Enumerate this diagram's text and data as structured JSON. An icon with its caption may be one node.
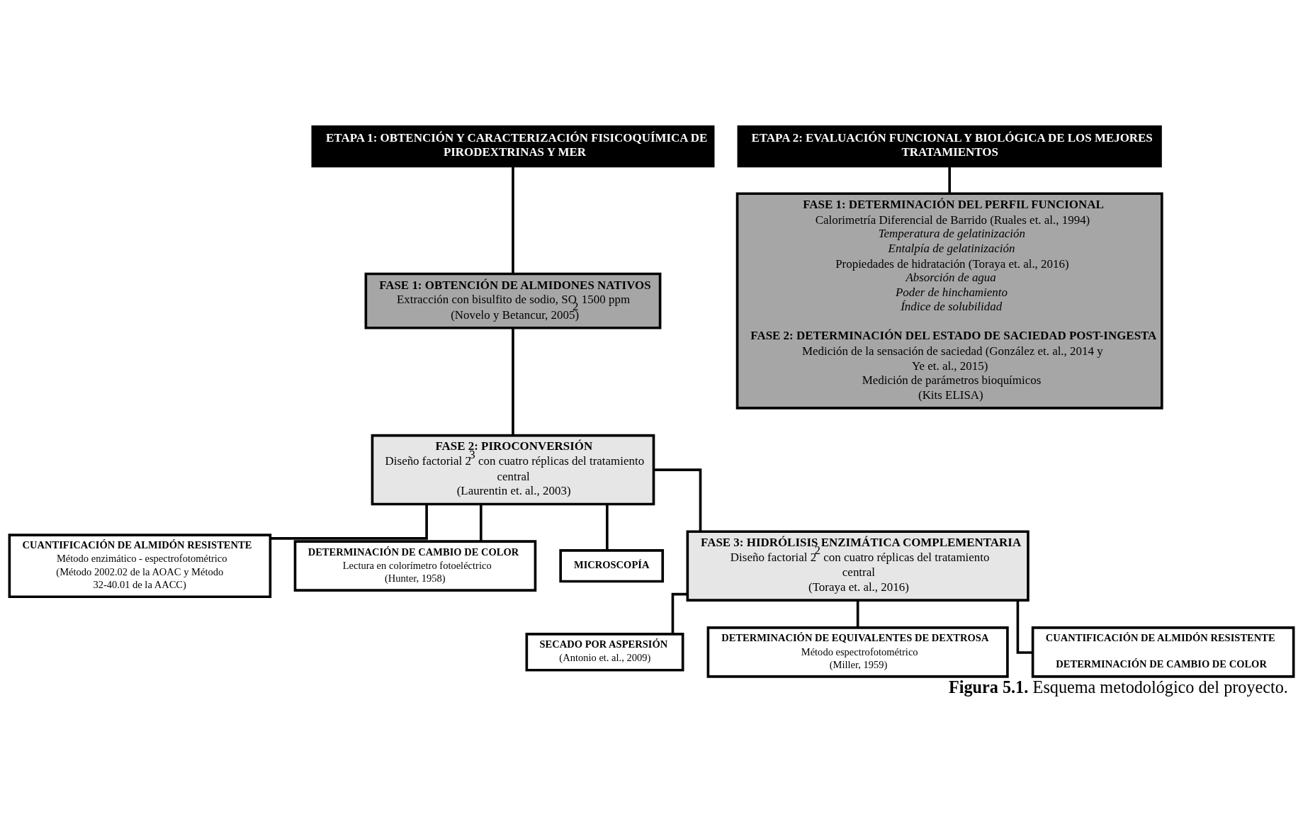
{
  "diagram": {
    "caption": "**Figura 5.1.** Esquema metodológico del proyecto.",
    "nodes": [
      {
        "text": [
          "ETAPA 1: OBTENCIÓN Y CARACTERIZACIÓN FISICOQUÍMICA DE PIRODEXTRINAS Y MER"
        ]
      },
      {
        "text": [
          "FASE 1: OBTENCIÓN DE ALMIDONES NATIVOS",
          "Extracción con bisulfito de sodio, SO$_{2}$ 1500 ppm",
          "(Novelo y Betancur, 2005)"
        ]
      },
      {
        "text": [
          "FASE 2: PIROCONVERSIÓN",
          "Diseño factorial 2$^{3}$ con cuatro réplicas del tratamiento central",
          "(Laurentin et. al., 2003)"
        ]
      },
      {
        "text": [
          "CUANTIFICACIÓN DE ALMIDÓN RESISTENTE",
          "Método enzimático - espectrofotométrico",
          "(Método 2002.02 de la AOAC y Método 32-40.01 de la AACC)"
        ]
      },
      {
        "text": [
          "DETERMINACIÓN DE CAMBIO DE COLOR",
          "Lectura en colorímetro fotoeléctrico",
          "(Hunter, 1958)"
        ]
      },
      {
        "text": [
          "MICROSCOPÍA"
        ]
      },
      {
        "text": [
          "FASE 3: HIDRÓLISIS ENZIMÁTICA COMPLEMENTARIA",
          "Diseño factorial 2$^{2}$ con cuatro réplicas del tratamiento central",
          "(Toraya et. al., 2016)"
        ]
      },
      {
        "text": [
          "SECADO POR ASPERSIÓN",
          "(Antonio et. al., 2009)"
        ]
      },
      {
        "text": [
          "DETERMINACIÓN DE EQUIVALENTES DE DEXTROSA",
          "Método espectrofotométrico",
          "(Miller, 1959)"
        ]
      },
      {
        "text": [
          "CUANTIFICACIÓN DE ALMIDÓN RESISTENTE",
          "DETERMINACIÓN DE CAMBIO DE COLOR"
        ]
      },
      {
        "text": [
          "ETAPA 2: EVALUACIÓN FUNCIONAL Y BIOLÓGICA DE LOS MEJORES TRATAMIENTOS"
        ]
      },
      {
        "text": [
          "FASE 1: DETERMINACIÓN DEL PERFIL FUNCIONAL",
          "Calorimetría Diferencial de Barrido (Ruales et. al., 1994)",
          "Temperatura de gelatinización",
          "Entalpía de gelatinización",
          "Propiedades de hidratación (Toraya et. al., 2016)",
          "Absorción de agua",
          "Poder de hinchamiento",
          "Índice de solubilidad",
          "FASE 2: DETERMINACIÓN DEL ESTADO DE SACIEDAD POST-INGESTA",
          "Medición de la sensación de saciedad (González et. al., 2014 y Ye et. al., 2015)",
          "Medición de parámetros bioquímicos",
          "(Kits ELISA)"
        ]
      }
    ],
    "edges": [
      {
        "from": 0,
        "to": 1,
        "arrow": "none"
      },
      {
        "from": 1,
        "to": 2,
        "arrow": "none"
      },
      {
        "from": 2,
        "to": 3,
        "arrow": "none"
      },
      {
        "from": 2,
        "to": 4,
        "arrow": "none"
      },
      {
        "from": 2,
        "to": 5,
        "arrow": "none"
      },
      {
        "from": 2,
        "to": 6,
        "arrow": "none"
      },
      {
        "from": 6,
        "to": 7,
        "arrow": "none"
      },
      {
        "from": 6,
        "to": 8,
        "arrow": "none"
      },
      {
        "from": 6,
        "to": 9,
        "arrow": "none"
      },
      {
        "from": 10,
        "to": 11,
        "arrow": "none"
      }
    ]
  }
}
